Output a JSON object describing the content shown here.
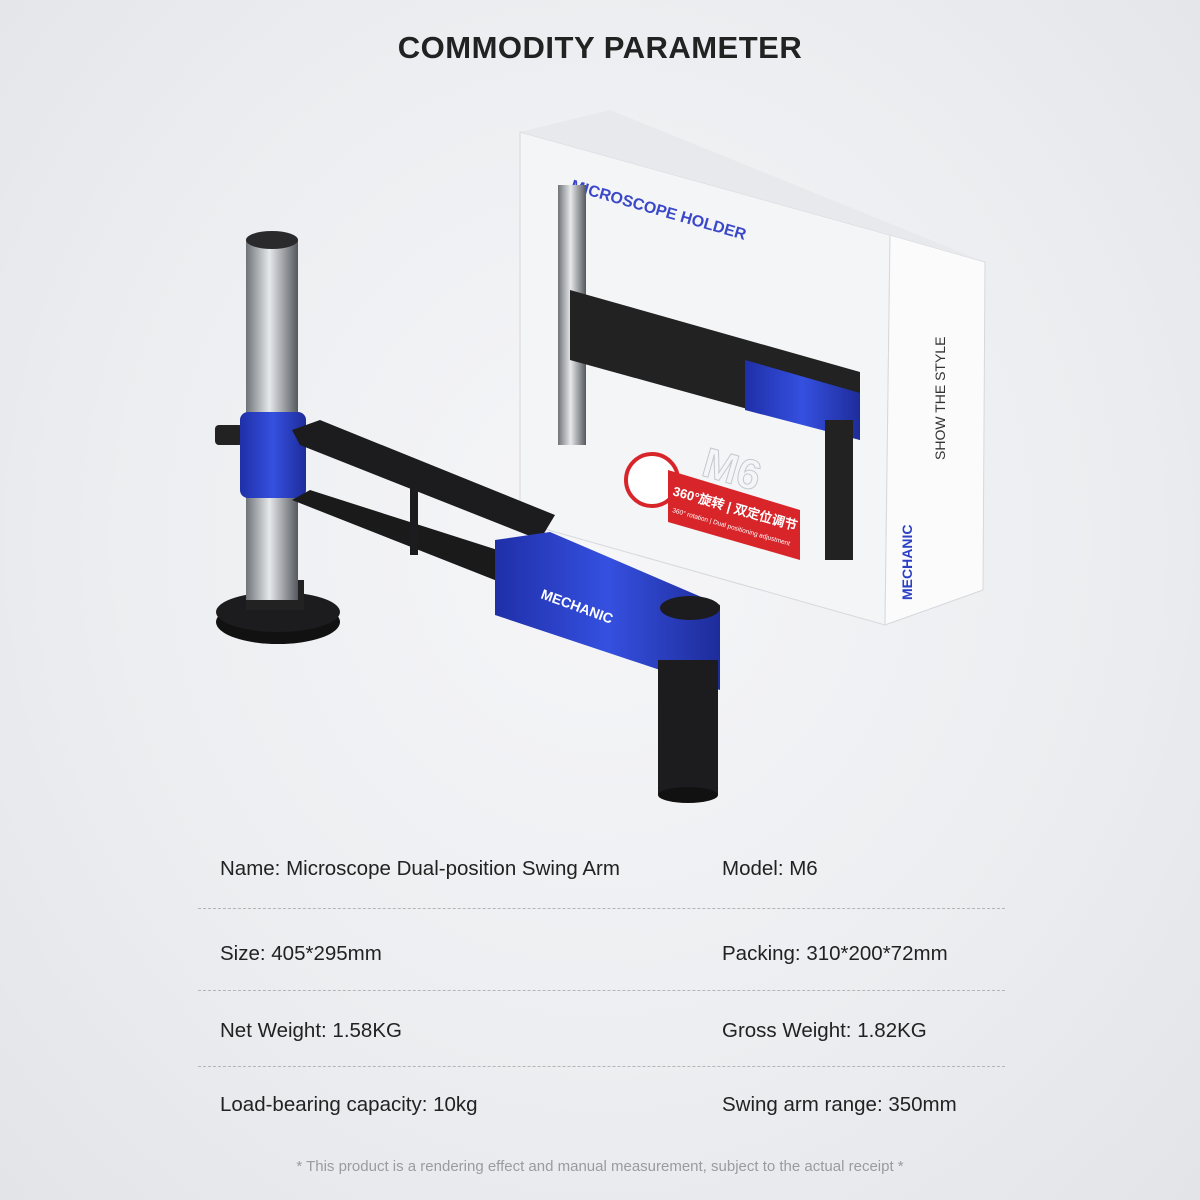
{
  "title": "COMMODITY PARAMETER",
  "product_image": {
    "box_text": {
      "brand": "MECHANIC",
      "slogan": "SHOW THE STYLE",
      "product_line": "MICROSCOPE HOLDER",
      "model": "M6",
      "feature_cn": "360°旋转 | 双定位调节",
      "feature_en": "360° rotation | Dual positioning adjustment"
    },
    "colors": {
      "accent_blue": "#2a3fc4",
      "badge_red": "#d8252a",
      "metal": "#a9adb3",
      "black": "#1c1c1e"
    }
  },
  "specs": [
    {
      "left": "Name:  Microscope Dual-position Swing Arm",
      "right": "Model:  M6"
    },
    {
      "left": "Size:  405*295mm",
      "right": "Packing:  310*200*72mm"
    },
    {
      "left": "Net Weight:  1.58KG",
      "right": "Gross Weight:  1.82KG"
    },
    {
      "left": "Load-bearing capacity: 10kg",
      "right": "Swing arm range: 350mm"
    }
  ],
  "footnote": "* This product is a rendering effect and manual measurement, subject to the actual receipt *"
}
